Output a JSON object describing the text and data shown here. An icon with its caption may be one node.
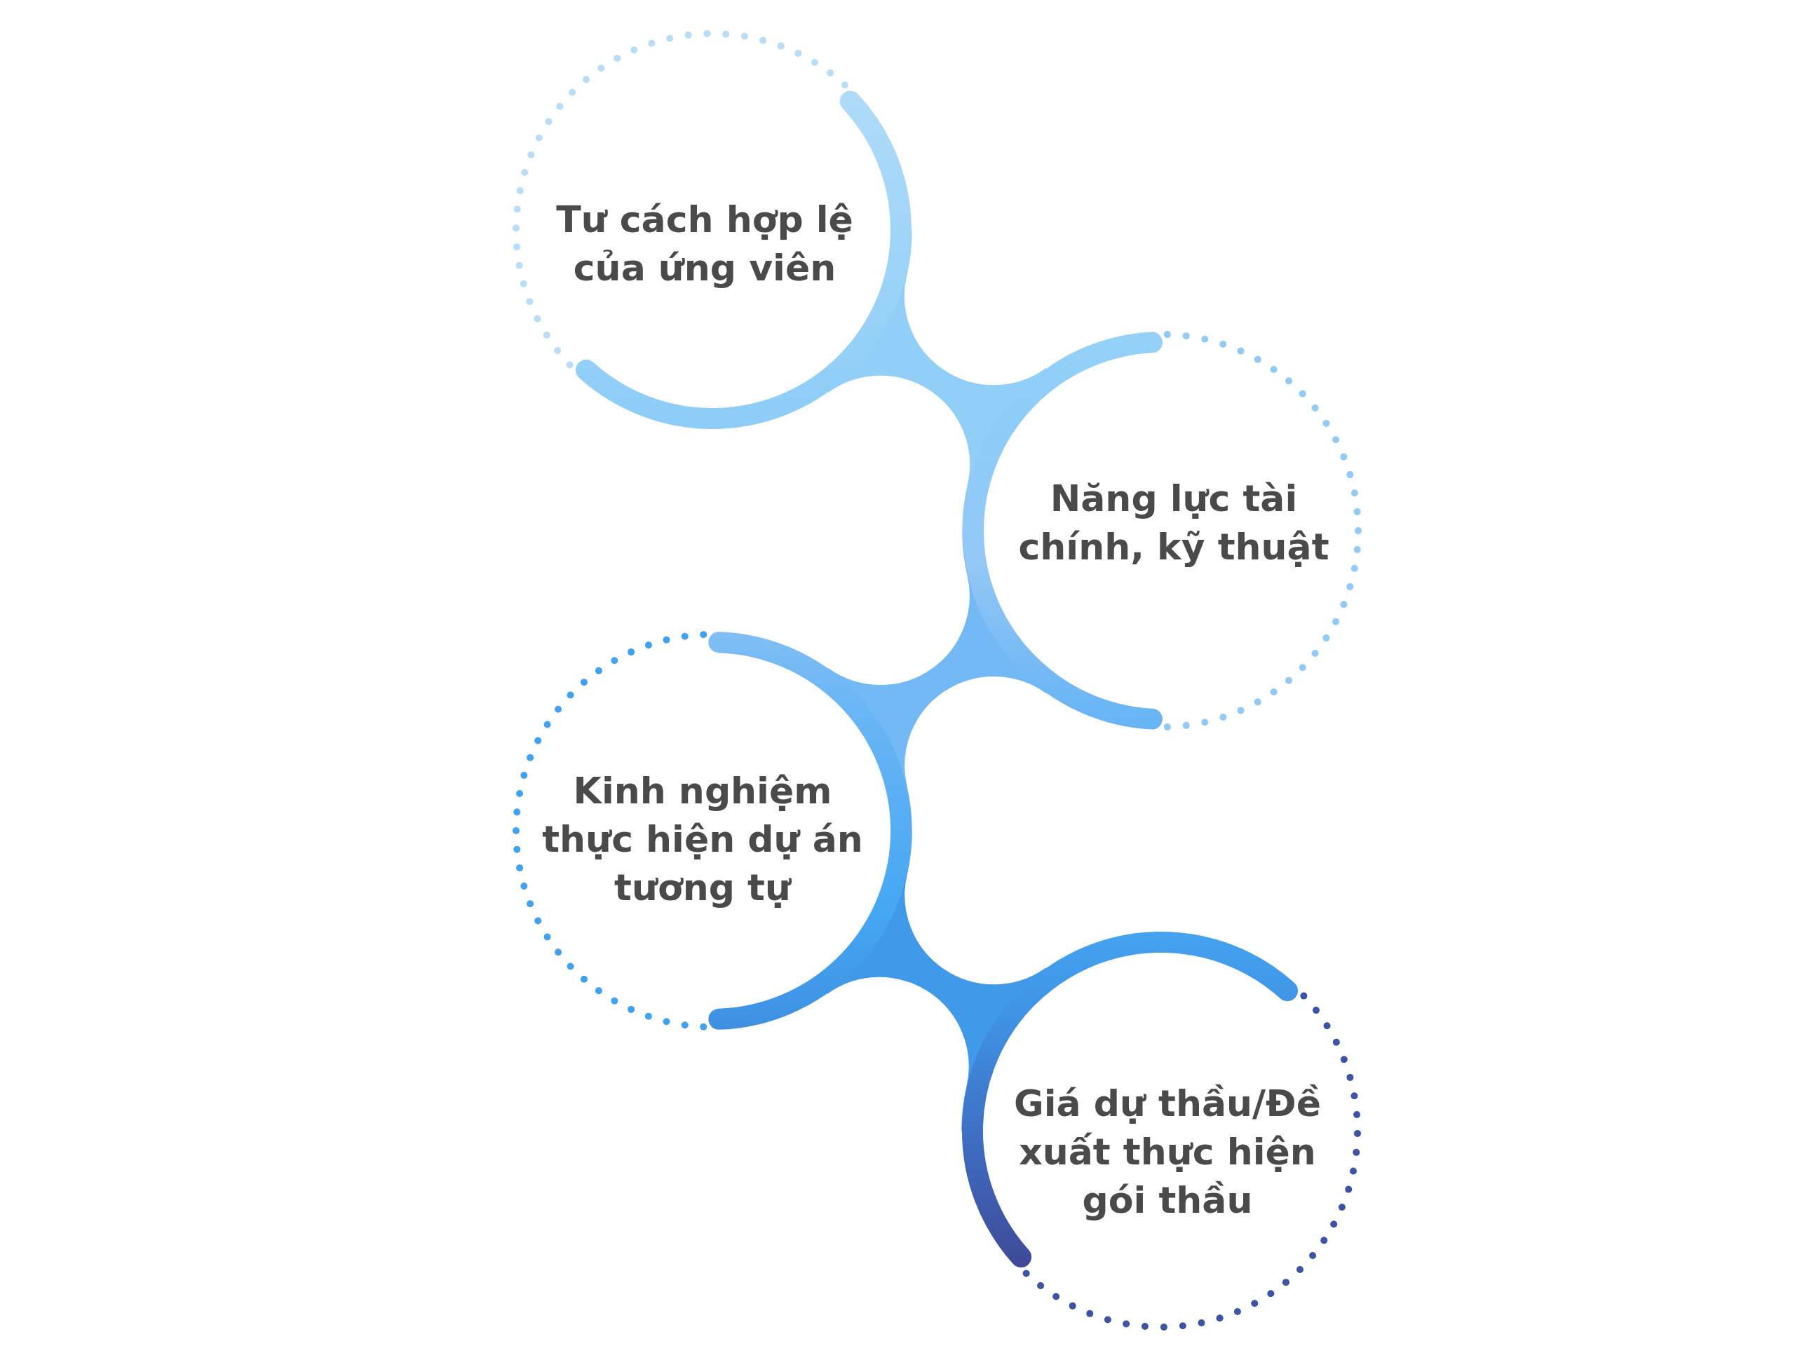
{
  "diagram": {
    "nodes": [
      {
        "text": [
          "Tư cách hợp lệ của ứng viên"
        ]
      },
      {
        "text": [
          "Năng lực tài chính, kỹ thuật"
        ]
      },
      {
        "text": [
          "Kinh nghiệm thực hiện dự án tương tự"
        ]
      },
      {
        "text": [
          "Giá dự thầu/Đề xuất thực hiện gói thầu"
        ]
      }
    ],
    "edges": [
      {
        "from": 0,
        "to": 1,
        "arrow": "none"
      },
      {
        "from": 1,
        "to": 2,
        "arrow": "none"
      },
      {
        "from": 2,
        "to": 3,
        "arrow": "none"
      }
    ]
  }
}
